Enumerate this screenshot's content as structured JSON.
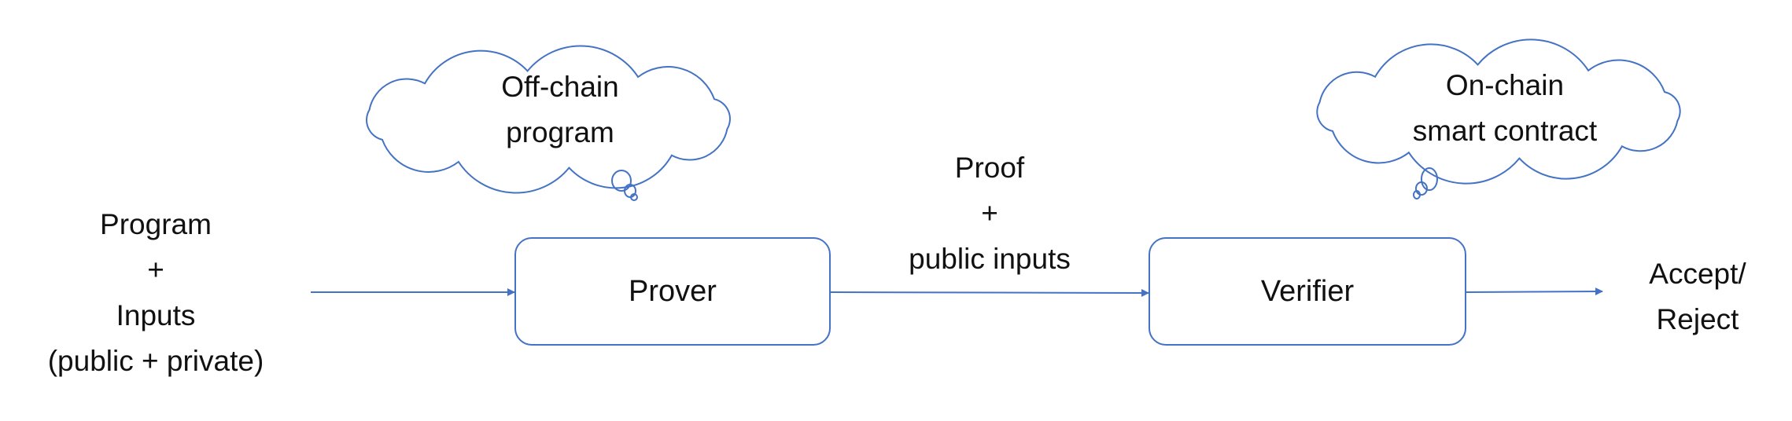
{
  "inputs_label": [
    "Program",
    "+",
    "Inputs",
    "(public + private)"
  ],
  "prover": {
    "label": "Prover",
    "thought": [
      "Off-chain",
      "program"
    ]
  },
  "proof_label": [
    "Proof",
    "+",
    "public inputs"
  ],
  "verifier": {
    "label": "Verifier",
    "thought": [
      "On-chain",
      "smart contract"
    ]
  },
  "output_label": [
    "Accept/",
    "Reject"
  ],
  "colors": {
    "stroke": "#4472C4",
    "text": "#111111"
  }
}
